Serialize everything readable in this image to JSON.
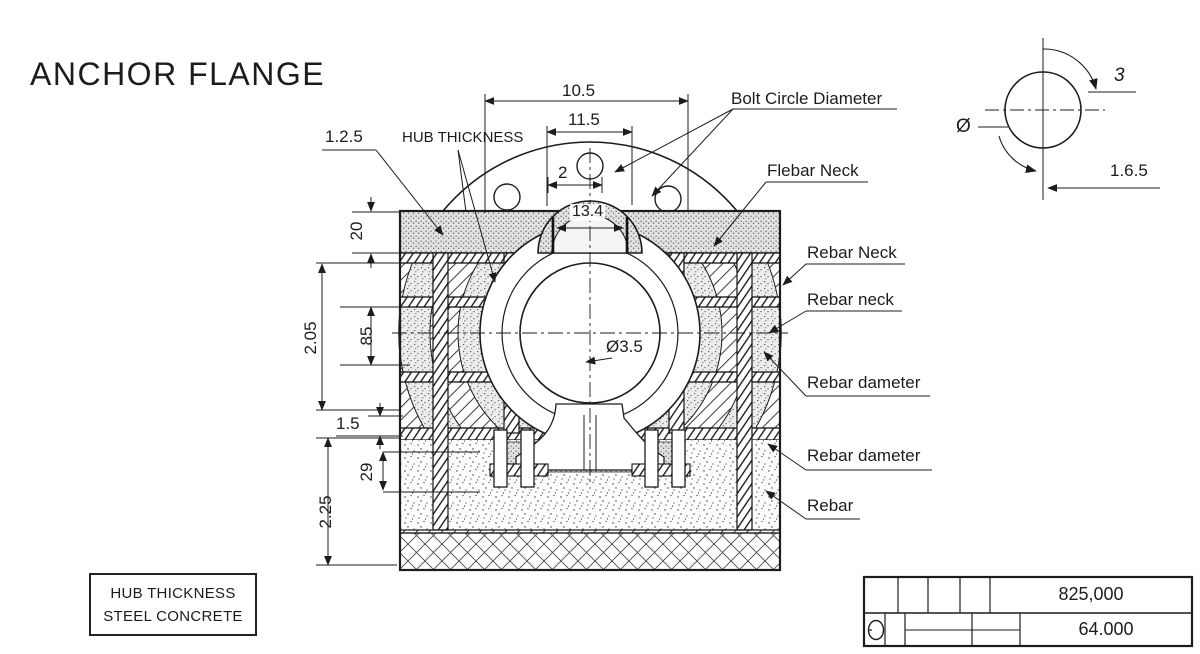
{
  "title": "ANCHOR FLANGE",
  "drawing": {
    "callouts": {
      "hub_thickness": "HUB THICKNESS",
      "bolt_circle_diameter": "Bolt Circle Diameter",
      "flebar_neck": "Flebar Neck",
      "rebar_neck_1": "Rebar Neck",
      "rebar_neck_2": "Rebar neck",
      "rebar_diameter_1": "Rebar dameter",
      "rebar_diameter_2": "Rebar dameter",
      "rebar": "Rebar"
    },
    "dims": {
      "bolt_span_outer": "10.5",
      "bolt_span_inner": "11.5",
      "bolt_hole": "2",
      "hub_top_width": "13.4",
      "flange_offset": "1.2.5",
      "band_height": "20",
      "body_height": "2.05",
      "bore_height": "85",
      "gap": "1.5",
      "anchor_depth": "29",
      "base_height": "2.25",
      "bore_diameter": "Ø3.5"
    }
  },
  "detail_view": {
    "angle": "3",
    "diameter_symbol": "Ø",
    "offset": "1.6.5"
  },
  "legend": {
    "line1": "HUB THICKNESS",
    "line2": "STEEL CONCRETE"
  },
  "title_block": {
    "value_top": "825,000",
    "value_bottom": "64.000"
  },
  "icons": {
    "projection_symbol": "first-angle-projection-circle"
  },
  "colors": {
    "ink": "#1c1c1c",
    "paper": "#ffffff",
    "stipple_bg": "#ececec",
    "stipple_dark_bg": "#e0e0e0"
  }
}
